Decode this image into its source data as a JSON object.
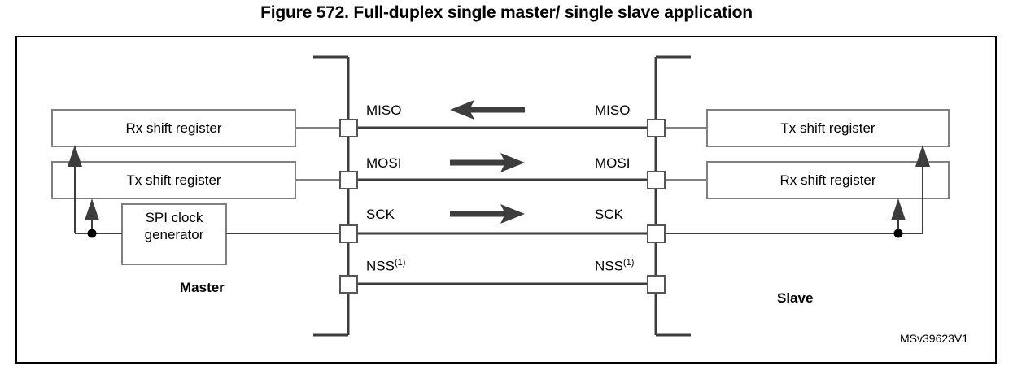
{
  "figure": {
    "title": "Figure 572. Full-duplex single master/ single slave application",
    "watermark": "MSv39623V1"
  },
  "colors": {
    "frame": "#000000",
    "box_border": "#808080",
    "wire": "#3d3d3d",
    "arrow": "#3d3d3d",
    "pin_fill": "#ffffff",
    "pin_border": "#555555",
    "junction": "#000000",
    "background": "#ffffff"
  },
  "master": {
    "role_label": "Master",
    "blocks": [
      {
        "name": "rx-shift-register",
        "label": "Rx shift register"
      },
      {
        "name": "tx-shift-register",
        "label": "Tx shift register"
      },
      {
        "name": "spi-clock-generator",
        "label": "SPI clock generator",
        "line1": "SPI clock",
        "line2": "generator"
      }
    ]
  },
  "slave": {
    "role_label": "Slave",
    "blocks": [
      {
        "name": "tx-shift-register",
        "label": "Tx shift register"
      },
      {
        "name": "rx-shift-register",
        "label": "Rx shift register"
      }
    ]
  },
  "signals": [
    {
      "name": "miso",
      "master_label": "MISO",
      "slave_label": "MISO",
      "note": "",
      "direction": "left",
      "arrow": true
    },
    {
      "name": "mosi",
      "master_label": "MOSI",
      "slave_label": "MOSI",
      "note": "",
      "direction": "right",
      "arrow": true
    },
    {
      "name": "sck",
      "master_label": "SCK",
      "slave_label": "SCK",
      "note": "",
      "direction": "right",
      "arrow": true
    },
    {
      "name": "nss",
      "master_label": "NSS",
      "slave_label": "NSS",
      "note": "(1)",
      "direction": "none",
      "arrow": false
    }
  ]
}
